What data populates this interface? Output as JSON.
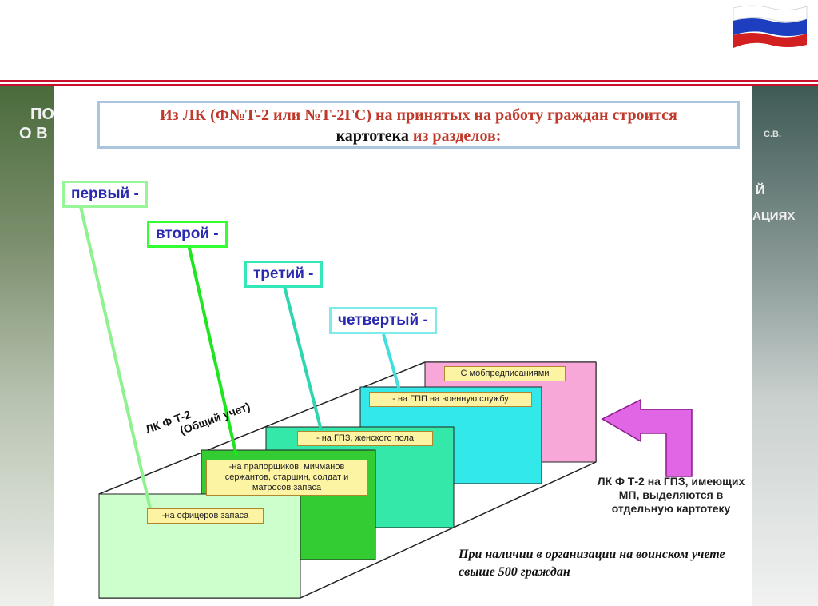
{
  "title": {
    "line1": "Из ЛК (Ф№Т-2 или №Т-2ГС) на принятых на работу граждан строится",
    "line2_part1": "картотека ",
    "line2_part2": "из разделов:"
  },
  "sections": [
    {
      "label": "первый -",
      "card": "-на офицеров запаса",
      "color": "#ccffcc"
    },
    {
      "label": "второй -",
      "card": "-на прапорщиков, мичманов сержантов, старшин, солдат и матросов запаса",
      "color": "#33cc33"
    },
    {
      "label": "третий -",
      "card": "- на ГПЗ, женского пола",
      "color": "#33e8a8"
    },
    {
      "label": "четвертый -",
      "card": "- на ГПП на военную службу",
      "color": "#33e8e8"
    },
    {
      "label": "",
      "card": "С мобпредписаниями",
      "color": "#f8a8d8"
    }
  ],
  "diagonal_label": {
    "line1": "ЛК Ф Т-2",
    "line2": "(Общий учет)"
  },
  "side_note": "ЛК Ф Т-2 на ГПЗ, имеющих МП, выделяются в отдельную картотеку",
  "bottom_note": "При наличии в организации на воинском учете свыше 500 граждан",
  "background": {
    "left_text": [
      "ПО",
      "О В"
    ],
    "right_text": [
      "С.В.",
      "Й",
      "АЦИЯХ"
    ]
  },
  "colors": {
    "accent_red": "#c8102e",
    "label_text": "#2a2ab0",
    "arrow_fill": "#e066e6"
  }
}
